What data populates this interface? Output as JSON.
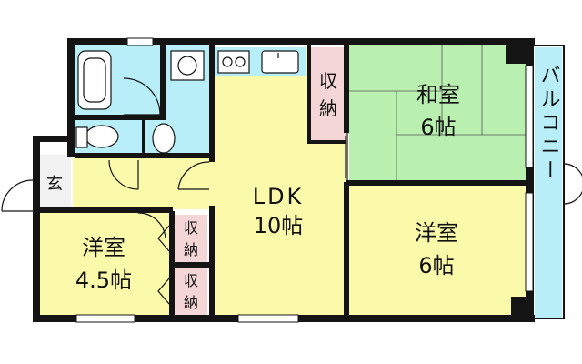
{
  "floorplan": {
    "entrance": "玄",
    "ldk": {
      "name": "LDK",
      "size": "10帖"
    },
    "washitsu": {
      "name": "和室",
      "size": "6帖"
    },
    "yoshitsu_large": {
      "name": "洋室",
      "size": "6帖"
    },
    "yoshitsu_small": {
      "name": "洋室",
      "size": "4.5帖"
    },
    "storage_ldk": [
      "収",
      "納"
    ],
    "storage_upper": [
      "収",
      "納"
    ],
    "storage_lower": [
      "収",
      "納"
    ],
    "balcony": "バルコニー"
  },
  "colors": {
    "ldk": "#fafaaa",
    "washitsu": "#b9f0b0",
    "wet_area": "#b8eef8",
    "storage": "#f5d6d6",
    "wall": "#141414"
  }
}
